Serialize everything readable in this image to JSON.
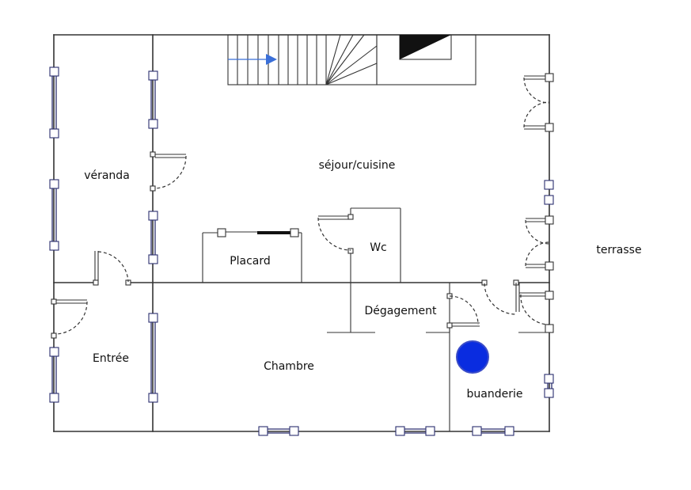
{
  "rooms": {
    "veranda": "véranda",
    "sejour": "séjour/cuisine",
    "terrasse": "terrasse",
    "placard": "Placard",
    "wc": "Wc",
    "degagement": "Dégagement",
    "entree": "Entrée",
    "chambre": "Chambre",
    "buanderie": "buanderie"
  },
  "colors": {
    "wall": "#333333",
    "window": "#2b2f6e",
    "stair_arrow": "#3a6fd8",
    "boiler": "#0a2ce0"
  },
  "icons": [
    "stair-arrow-icon",
    "boiler-circle-icon"
  ]
}
